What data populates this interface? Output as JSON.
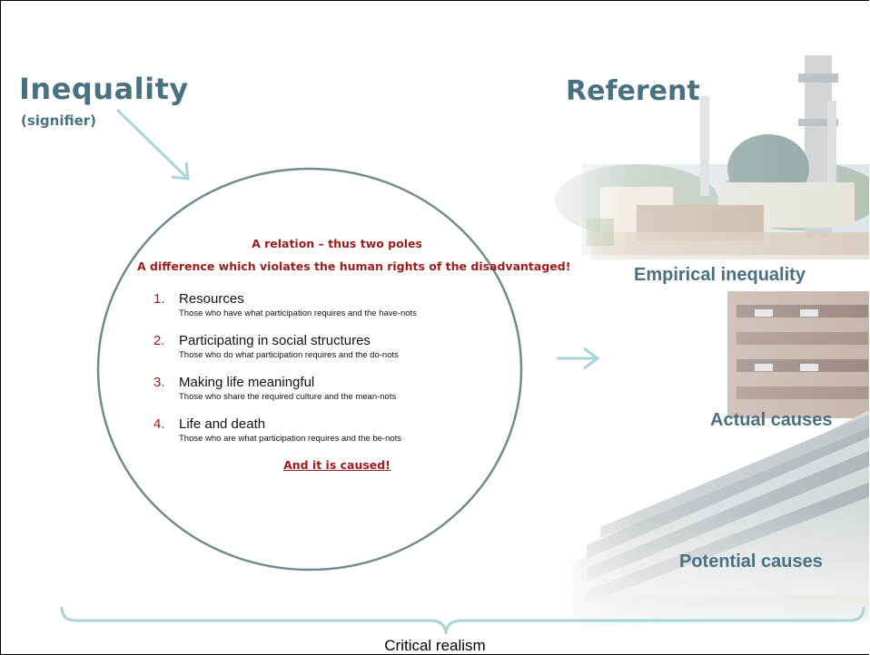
{
  "signifier": {
    "title": "Inequality",
    "subtitle": "(signifier)"
  },
  "referent": {
    "title": "Referent",
    "layers": [
      "Empirical inequality",
      "Actual causes",
      "Potential causes"
    ]
  },
  "circle": {
    "heading": "A relation – thus two poles",
    "subheading": "A difference which violates the human rights of the disadvantaged!",
    "items": [
      {
        "num": "1.",
        "title": "Resources",
        "desc": "Those who have what participation requires and the have-nots"
      },
      {
        "num": "2.",
        "title": "Participating in social structures",
        "desc": "Those who do what participation requires and the do-nots"
      },
      {
        "num": "3.",
        "title": "Making life meaningful",
        "desc": "Those who share the required culture and the mean-nots"
      },
      {
        "num": "4.",
        "title": "Life and death",
        "desc": "Those who are what participation requires and the be-nots"
      }
    ],
    "closing": "And it is caused!"
  },
  "footer": {
    "label": "Critical realism"
  },
  "colors": {
    "accent_blue": "#4a7182",
    "arrow_teal": "#a8d5d8",
    "circle_stroke": "#6f8b8f",
    "text_red": "#9e1b1b"
  }
}
